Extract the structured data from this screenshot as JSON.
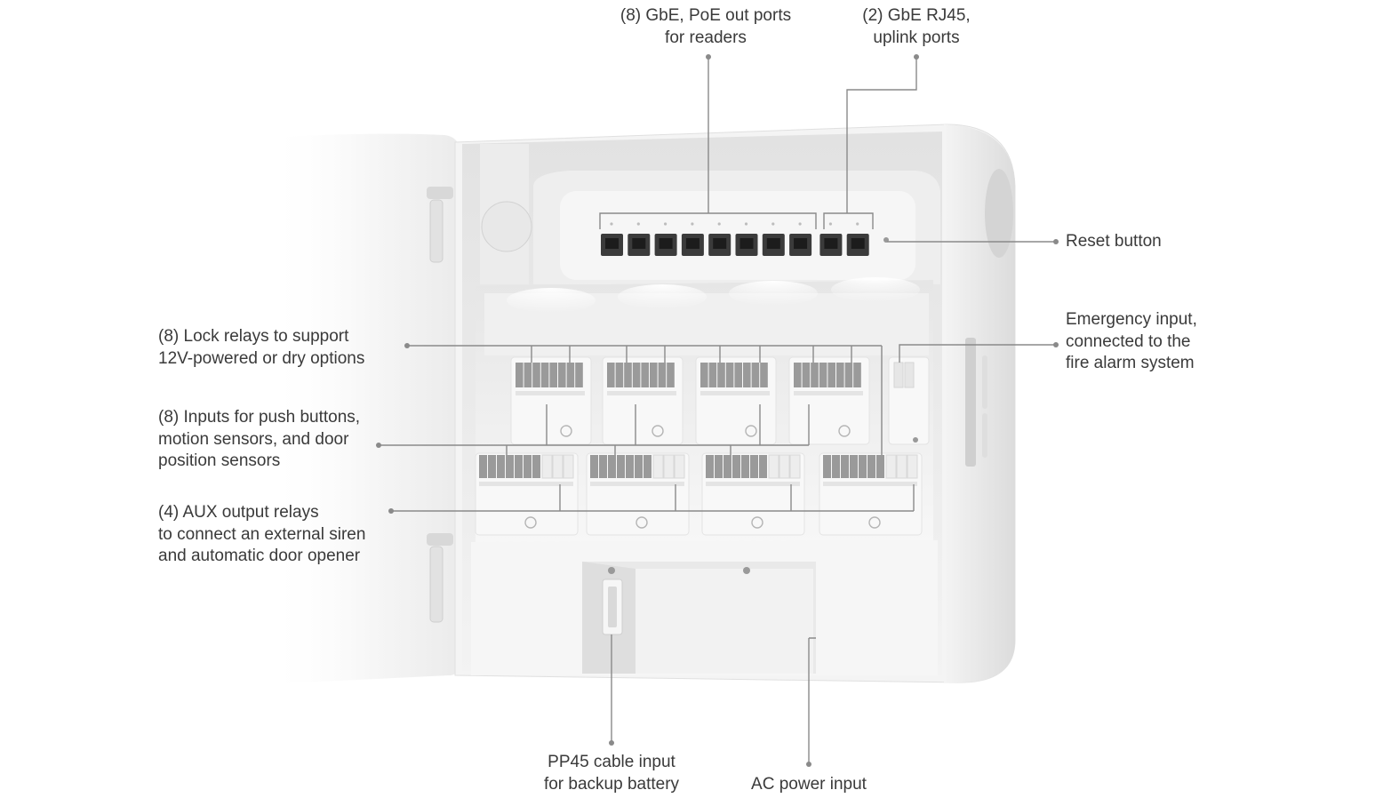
{
  "labels": {
    "poe_ports": {
      "line1": "(8) GbE, PoE out ports",
      "line2": "for readers"
    },
    "uplink_ports": {
      "line1": "(2) GbE RJ45,",
      "line2": "uplink ports"
    },
    "reset_button": {
      "line1": "Reset button"
    },
    "emergency_input": {
      "line1": "Emergency input,",
      "line2": "connected to the",
      "line3": "fire alarm system"
    },
    "lock_relays": {
      "line1": "(8) Lock relays to support",
      "line2": "12V-powered or dry options"
    },
    "inputs": {
      "line1": "(8) Inputs for push buttons,",
      "line2": "motion sensors, and door",
      "line3": "position sensors"
    },
    "aux_relays": {
      "line1": "(4) AUX output relays",
      "line2": "to connect an external siren",
      "line3": "and automatic door opener"
    },
    "pp45_input": {
      "line1": "PP45 cable input",
      "line2": "for backup battery"
    },
    "ac_power": {
      "line1": "AC power input"
    }
  },
  "colors": {
    "leader_line": "#8a8a8a",
    "port_indicator": "#2a8ff0",
    "enclosure": "#f1f1f1",
    "terminal": "#9a9a9a"
  }
}
